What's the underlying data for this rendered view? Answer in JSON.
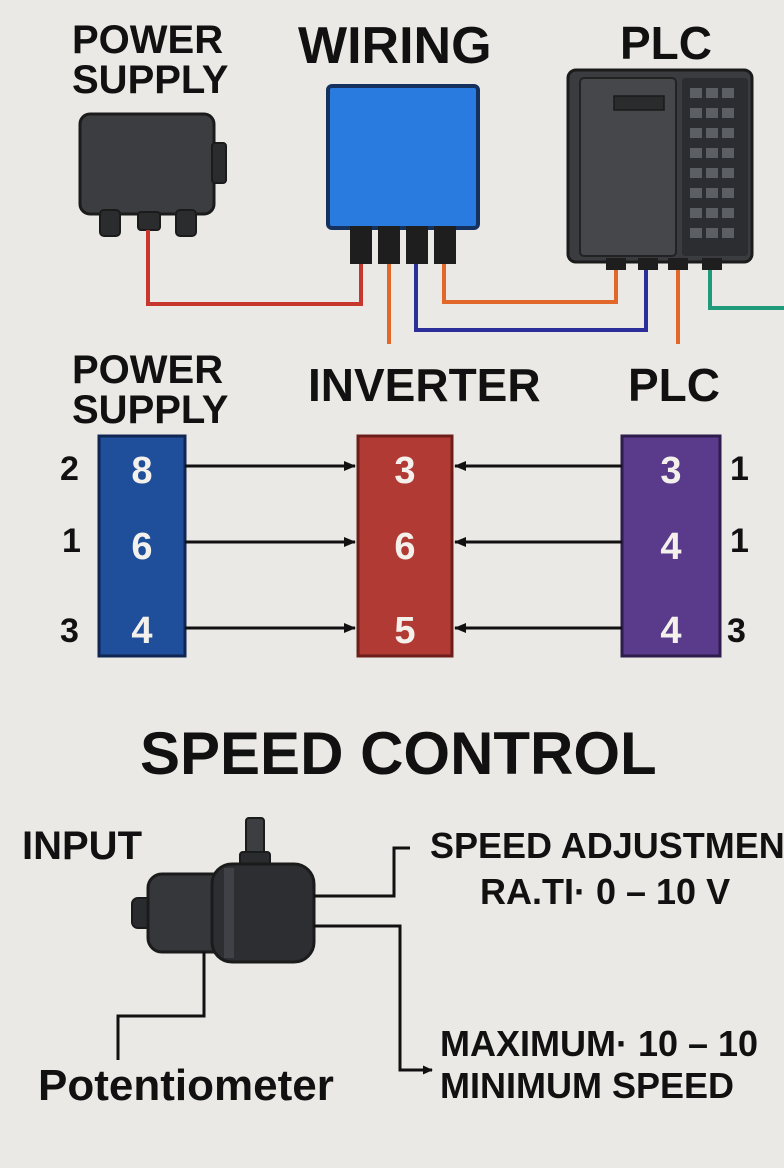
{
  "top": {
    "power_supply_label": [
      "POWER",
      "SUPPLY"
    ],
    "wiring_label": "WIRING",
    "plc_label": "PLC"
  },
  "middle": {
    "power_supply_label": [
      "POWER",
      "SUPPLY"
    ],
    "inverter_label": "INVERTER",
    "plc_label": "PLC",
    "power_supply_pins": [
      "8",
      "6",
      "4"
    ],
    "inverter_pins": [
      "3",
      "6",
      "5"
    ],
    "plc_pins": [
      "3",
      "4",
      "4"
    ],
    "left_side_numbers": [
      "2",
      "1",
      "3"
    ],
    "right_side_numbers": [
      "1",
      "1",
      "3"
    ],
    "colors": {
      "power_supply_block": "#1f4e9a",
      "inverter_block": "#b23a35",
      "plc_block": "#5a3a8a"
    }
  },
  "bottom": {
    "title": "SPEED CONTROL",
    "input_label": "INPUT",
    "potentiometer_label": "Potentiometer",
    "speed_adjustment": [
      "SPEED ADJUSTMEN",
      "RA.TI· 0 – 10 V"
    ],
    "max_min": [
      "MAXIMUM· 10 – 10",
      "MINIMUM SPEED"
    ]
  },
  "wire_colors": {
    "red": "#c8372d",
    "orange": "#e2682a",
    "blue": "#2c2f9a",
    "green": "#1f9a7a"
  }
}
